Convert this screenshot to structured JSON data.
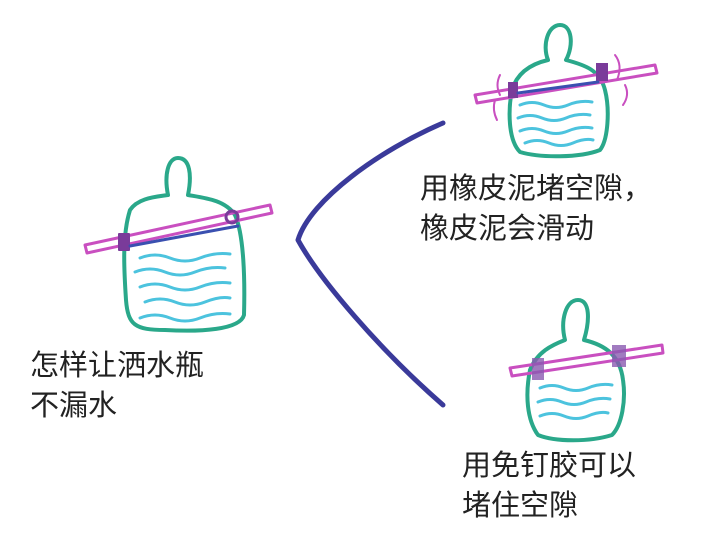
{
  "question": {
    "line1": "怎样让洒水瓶",
    "line2": "不漏水"
  },
  "option_clay": {
    "line1": "用橡皮泥堵空隙，",
    "line2": "橡皮泥会滑动"
  },
  "option_glue": {
    "line1": "用免钉胶可以",
    "line2": "堵住空隙"
  },
  "colors": {
    "bottle": "#2aa88a",
    "straw": "#c94fc0",
    "water": "#4cc3de",
    "branch": "#3a3a9a",
    "seal": "#7a3b9a"
  }
}
